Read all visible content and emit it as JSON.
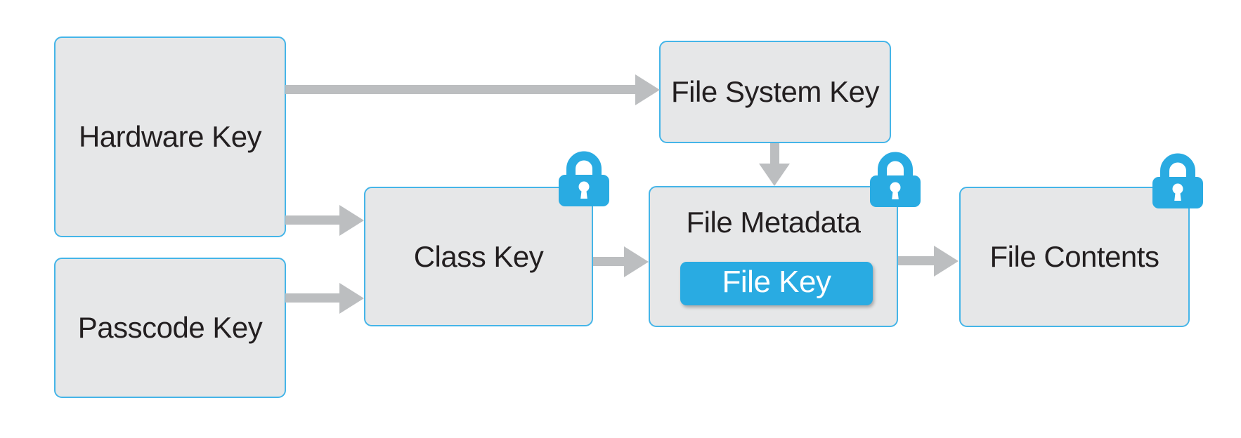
{
  "diagram": {
    "description": "Key hierarchy diagram",
    "nodes": {
      "hardware_key": {
        "label": "Hardware Key"
      },
      "passcode_key": {
        "label": "Passcode Key"
      },
      "class_key": {
        "label": "Class Key",
        "locked": true
      },
      "file_system_key": {
        "label": "File System Key"
      },
      "file_metadata": {
        "label": "File Metadata",
        "locked": true
      },
      "file_key": {
        "label": "File Key"
      },
      "file_contents": {
        "label": "File Contents",
        "locked": true
      }
    },
    "edges": [
      {
        "from": "hardware_key",
        "to": "file_system_key",
        "direction": "right"
      },
      {
        "from": "hardware_key",
        "to": "class_key",
        "direction": "right"
      },
      {
        "from": "passcode_key",
        "to": "class_key",
        "direction": "right"
      },
      {
        "from": "class_key",
        "to": "file_metadata",
        "direction": "right"
      },
      {
        "from": "file_system_key",
        "to": "file_metadata",
        "direction": "down"
      },
      {
        "from": "file_metadata",
        "to": "file_contents",
        "direction": "right"
      }
    ],
    "icons": {
      "lock_count": 3,
      "lock_name": "lock-icon"
    },
    "colors": {
      "node_fill": "#E6E7E8",
      "node_border": "#45B5E8",
      "arrow_gray": "#BCBEC0",
      "accent_blue": "#29ABE2",
      "label_text": "#231F20",
      "file_key_text": "#FFFFFF",
      "background": "#FFFFFF"
    }
  }
}
